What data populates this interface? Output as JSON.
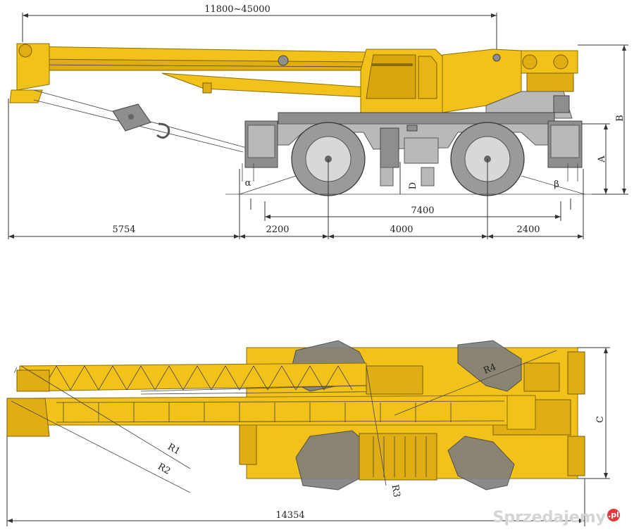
{
  "side_view": {
    "boom_length_label": "11800~45000",
    "rear_overhang_label": "5754",
    "front_overhang_label": "2200",
    "wheelbase_label": "4000",
    "rear_overhang2_label": "2400",
    "outrigger_span_label": "7400",
    "height_A_label": "A",
    "height_B_label": "B",
    "ground_clearance_D_label": "D",
    "approach_angle_label": "α",
    "departure_angle_label": "β"
  },
  "top_view": {
    "overall_length_label": "14354",
    "width_C_label": "C",
    "radius_labels": [
      "R1",
      "R2",
      "R3",
      "R4"
    ]
  },
  "watermark": {
    "brand": "Sprzedajemy",
    "badge": ".pl"
  },
  "colors": {
    "crane_yellow": "#f2c21a",
    "chassis_grey": "#b9b9b9",
    "tire_grey": "#9a9a9a"
  }
}
